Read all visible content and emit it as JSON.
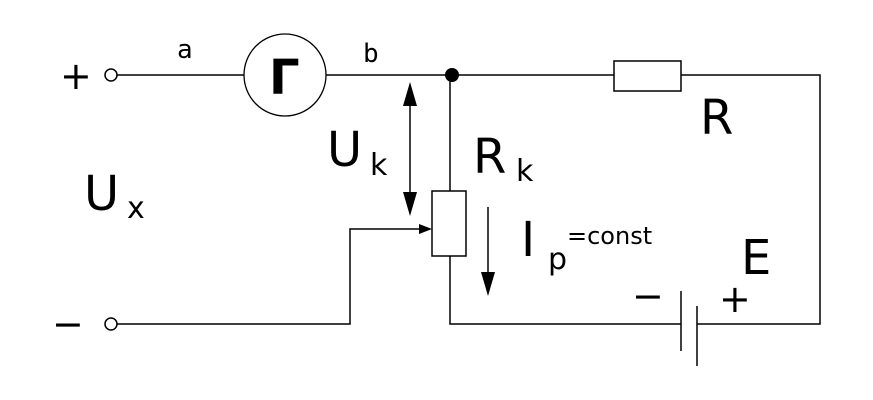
{
  "labels": {
    "plus_terminal": "+",
    "minus_terminal": "−",
    "node_a": "a",
    "node_b": "b",
    "galvanometer": "Г",
    "voltage_uk_main": "U",
    "voltage_uk_sub": "k",
    "voltage_ux_main": "U",
    "voltage_ux_sub": "x",
    "resistor_rk_main": "R",
    "resistor_rk_sub": "k",
    "resistor_r": "R",
    "current_main": "I",
    "current_sub": "p",
    "current_sup": "=const",
    "battery": "E",
    "battery_minus": "−",
    "battery_plus": "+"
  }
}
